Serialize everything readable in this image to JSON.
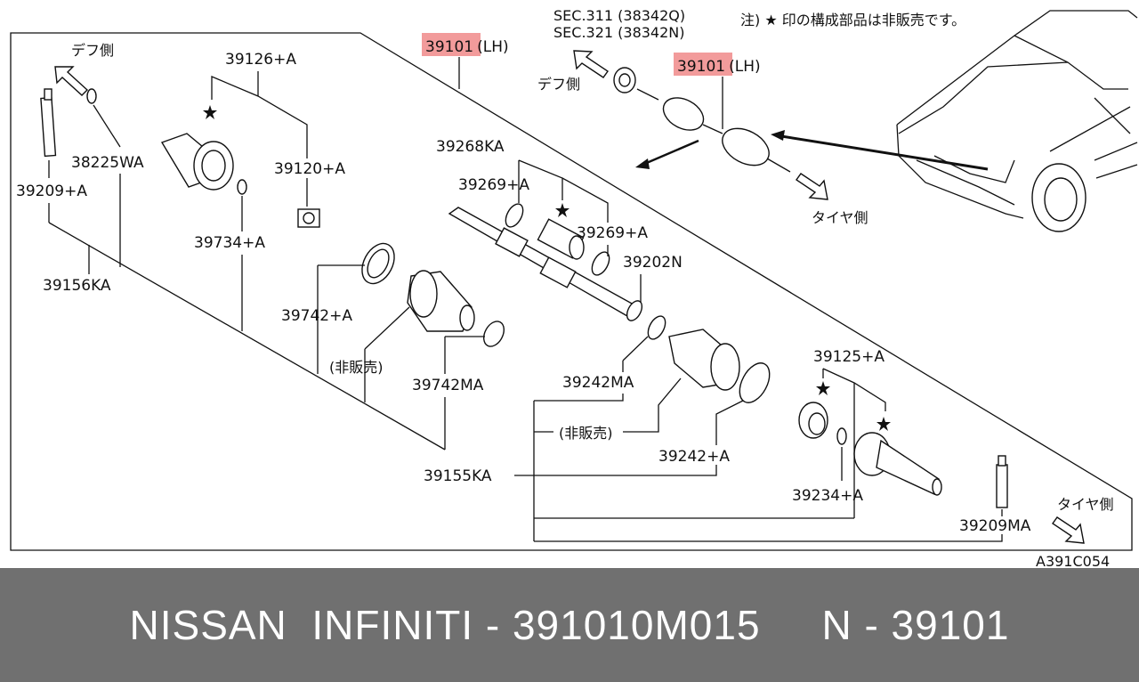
{
  "diagram": {
    "code": "A391C054",
    "note": "注) ★ 印の構成部品は非販売です。",
    "direction_labels": {
      "diff_side_top": "デフ側",
      "diff_side_inset": "デフ側",
      "tire_side_inset": "タイヤ側",
      "tire_side_bottom": "タイヤ側"
    },
    "sec_refs": [
      "SEC.311 (38342Q)",
      "SEC.321 (38342N)"
    ],
    "highlight": {
      "part": "39101",
      "suffix": "(LH)",
      "color": "#f08a8a"
    },
    "not_for_sale": "(非販売)",
    "parts": {
      "p39126": "39126+A",
      "p38225": "38225WA",
      "p39209": "39209+A",
      "p39120": "39120+A",
      "p39734": "39734+A",
      "p39156": "39156KA",
      "p39268": "39268KA",
      "p39269a": "39269+A",
      "p39269b": "39269+A",
      "p39202": "39202N",
      "p39742": "39742+A",
      "p39742ma": "39742MA",
      "p39242ma": "39242MA",
      "p39125": "39125+A",
      "p39242": "39242+A",
      "p39155": "39155KA",
      "p39234": "39234+A",
      "p39209ma": "39209MA"
    }
  },
  "footer": {
    "text": "NISSAN  INFINITI - 391010M015     N - 39101"
  }
}
